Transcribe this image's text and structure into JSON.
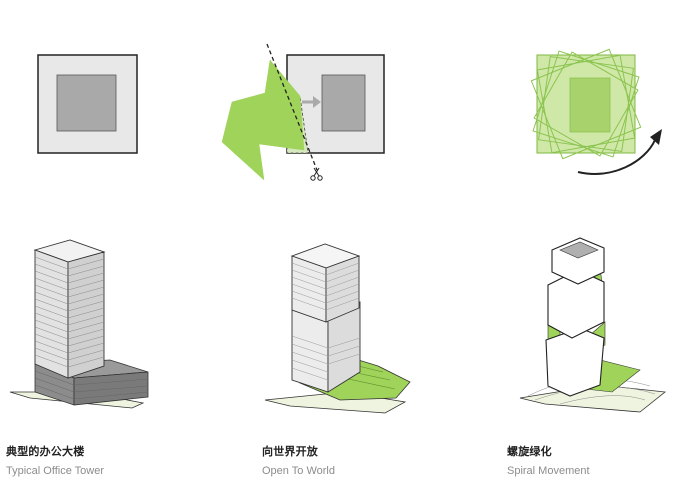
{
  "panels": [
    {
      "title_cn": "典型的办公大楼",
      "title_en": "Typical Office Tower"
    },
    {
      "title_cn": "向世界开放",
      "title_en": "Open To World"
    },
    {
      "title_cn": "螺旋绿化",
      "title_en": "Spiral Movement"
    }
  ],
  "colors": {
    "green": "#9fd35a",
    "green_light": "#cfe8a8",
    "green_dark": "#7fb83f",
    "plan_fill": "#e8e8e8",
    "core_fill": "#a9a9a9",
    "outline": "#222222"
  },
  "icons": [
    "scissors-icon",
    "arrow-right-icon",
    "curved-arrow-icon"
  ]
}
